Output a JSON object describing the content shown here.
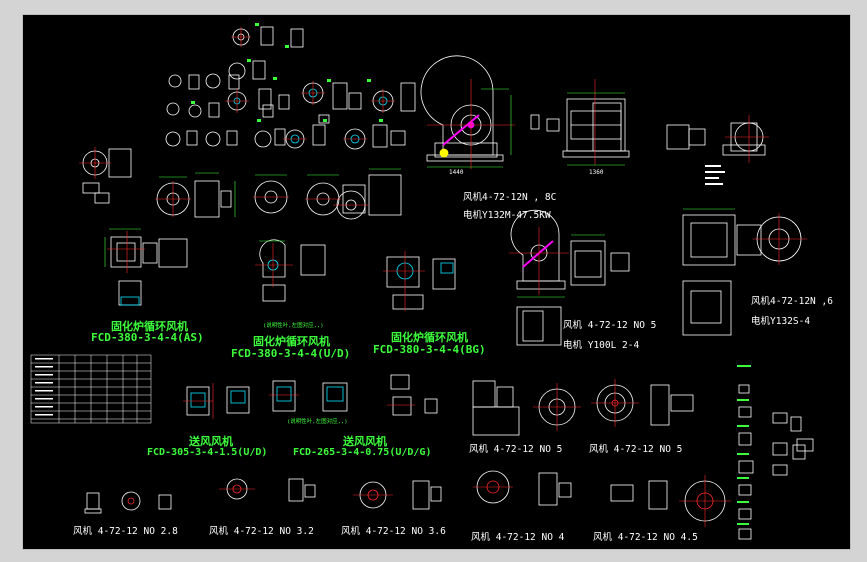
{
  "colors": {
    "background": "#000000",
    "frame": "#d4d4d4",
    "geometry": "#ffffff",
    "centerline": "#ff2a2a",
    "text": "#3cff3c",
    "accent": "#00e5ff",
    "highlight": "#ff00ff"
  },
  "labels": {
    "gz_as_title": "固化炉循环风机",
    "gz_as_model": "FCD-380-3-4-4(AS)",
    "gz_ud_note": "(说明性叶,左图对应,,)",
    "gz_ud_title": "固化炉循环风机",
    "gz_ud_model": "FCD-380-3-4-4(U/D)",
    "gz_bg_title": "固化炉循环风机",
    "gz_bg_model": "FCD-380-3-4-4(BG)",
    "sf1_title": "送风风机",
    "sf1_model": "FCD-305-3-4-1.5(U/D)",
    "sf2_note": "(说明性叶,左图对应,,)",
    "sf2_title": "送风风机",
    "sf2_model": "FCD-265-3-4-0.75(U/D/G)",
    "fan_top_1": "风机4-72-12N  , 8C",
    "motor_top_1": "电机Y132M-47.5KW",
    "fan_top_2": "风机4-72-12N     ,6",
    "motor_top_2": "电机Y132S-4",
    "fan_mid": "风机 4-72-12 NO 5",
    "motor_mid": "电机 Y100L 2-4",
    "fan_r2_a": "风机 4-72-12 NO 5",
    "fan_r2_b": "风机 4-72-12 NO 5",
    "fan_b_1": "风机 4-72-12 NO 2.8",
    "fan_b_2": "风机 4-72-12 NO 3.2",
    "fan_b_3": "风机 4-72-12 NO 3.6",
    "fan_b_4": "风机 4-72-12 NO 4",
    "fan_b_5": "风机 4-72-12 NO 4.5",
    "dim_1": "1440",
    "dim_2": "1360"
  }
}
